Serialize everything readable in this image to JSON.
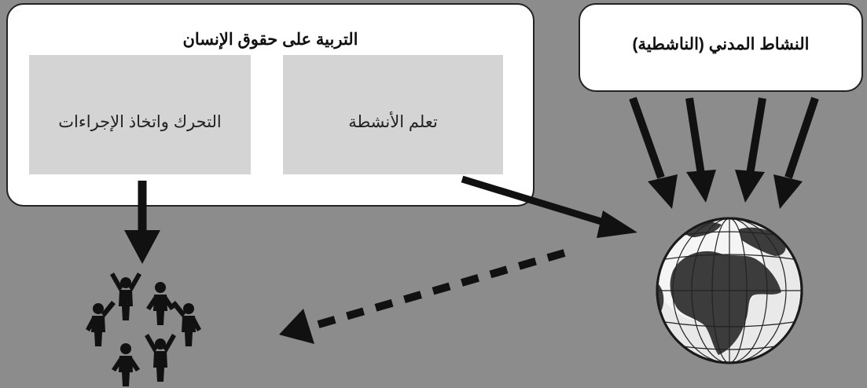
{
  "education_box": {
    "title": "التربية على حقوق الإنسان",
    "panels": {
      "action": "التحرك واتخاذ الإجراءات",
      "learning": "تعلم الأنشطة"
    }
  },
  "civic_box": {
    "title": "النشاط المدني (الناشطية)"
  },
  "icons": {
    "globe": "globe-icon",
    "people": "people-group-icon"
  },
  "colors": {
    "background": "#8c8c8c",
    "box": "#ffffff",
    "panel": "#d4d4d4",
    "arrow": "#111111"
  }
}
